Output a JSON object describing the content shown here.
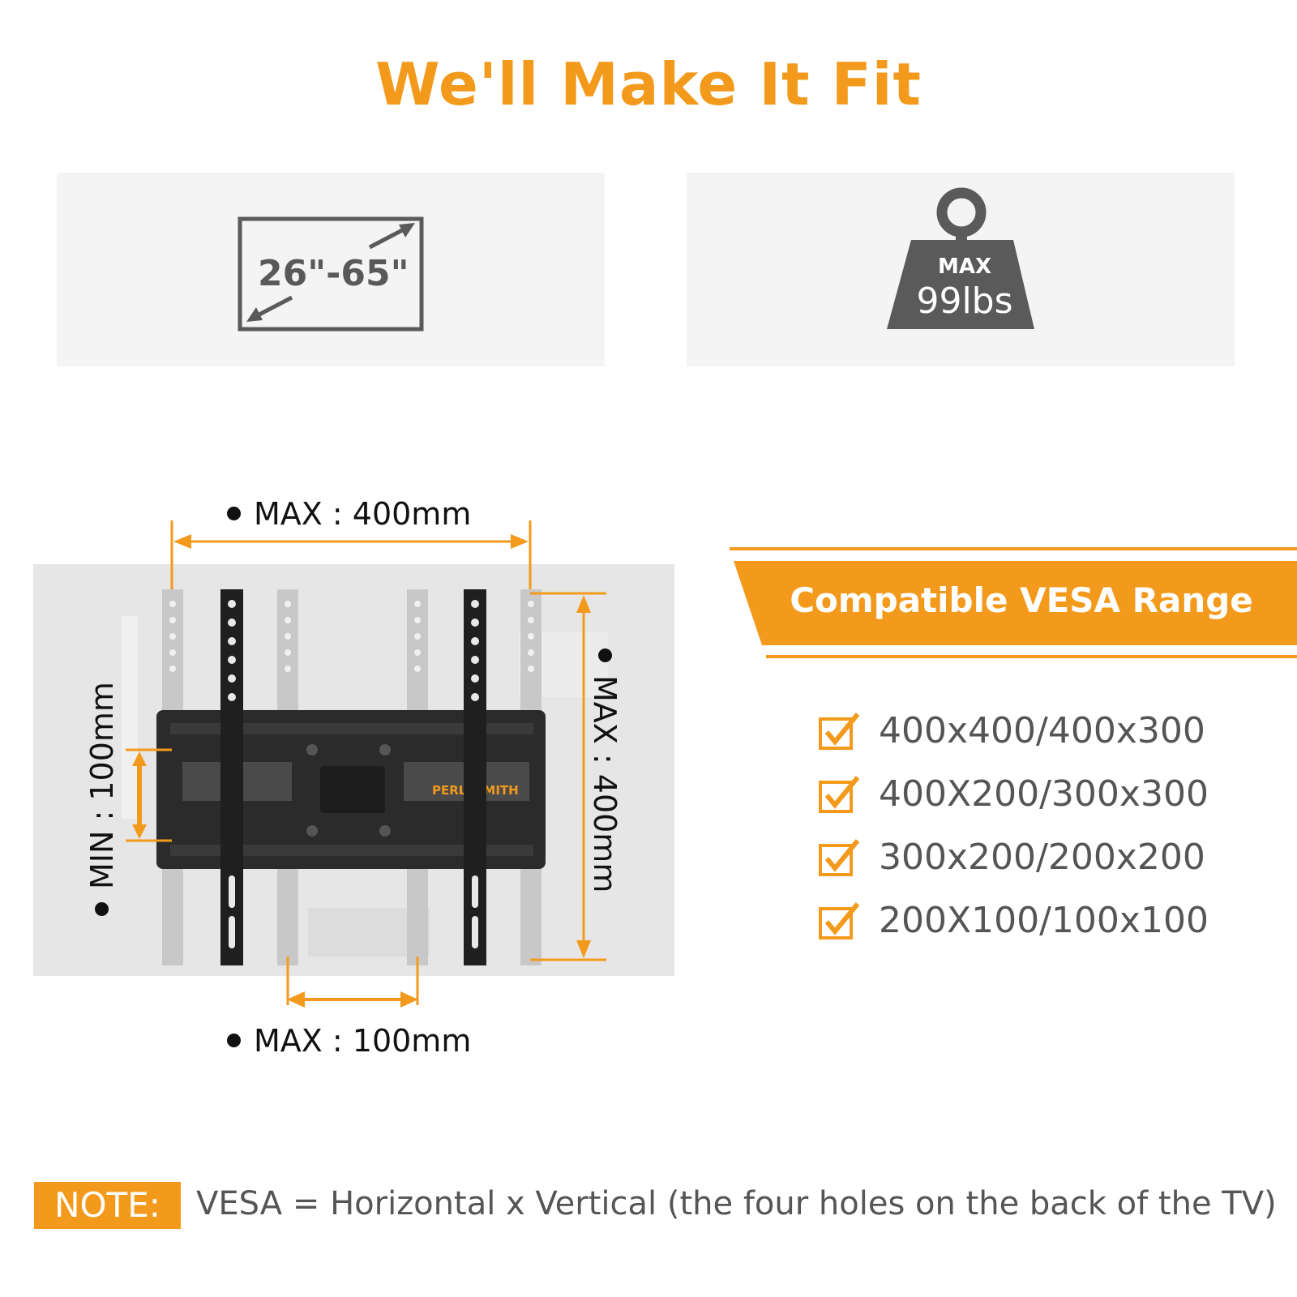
{
  "title": "We'll Make It Fit",
  "specs": {
    "screen_size": "26\"-65\"",
    "weight_max_label": "MAX",
    "weight_value": "99lbs"
  },
  "diagram": {
    "brand_text": "PERLESMITH",
    "top_dimension": "MAX : 400mm",
    "bottom_dimension": "MAX : 100mm",
    "left_dimension": "MIN : 100mm",
    "right_dimension": "MAX : 400mm"
  },
  "vesa": {
    "title": "Compatible VESA Range",
    "items": [
      "400x400/400x300",
      "400X200/300x300",
      "300x200/200x200",
      "200X100/100x100"
    ]
  },
  "note": {
    "label": "NOTE:",
    "text": "VESA = Horizontal x Vertical (the four holes on the back of the TV)"
  },
  "colors": {
    "accent": "#f39a1c",
    "icon_gray": "#5a5a5a",
    "panel": "#f4f4f4"
  }
}
